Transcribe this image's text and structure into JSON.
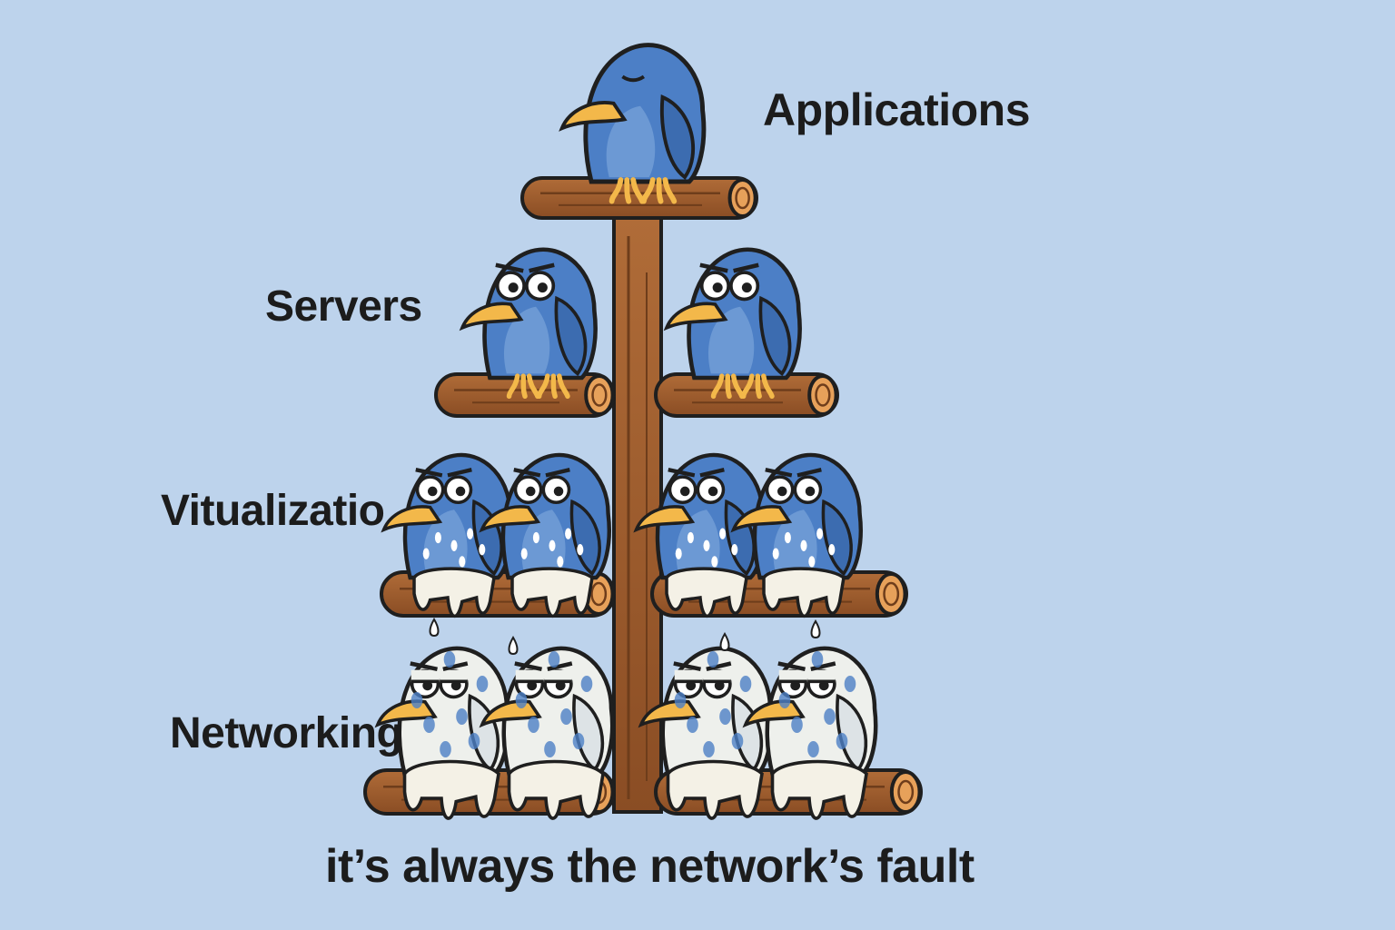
{
  "colors": {
    "background": "#bdd3ec",
    "bird": "#4c7fc6",
    "belly": "#86aee0",
    "beak": "#f3b84a",
    "wood": "#9a5a2e",
    "wood_dark": "#6e3d1b",
    "mess": "#f4f1e6",
    "outline": "#1f1f1f"
  },
  "labels": {
    "applications": "Applications",
    "servers": "Servers",
    "virtualization": "Vitualizatio",
    "networking": "Networking"
  },
  "caption": "it’s always the network’s fault",
  "tiers": [
    {
      "label": "Applications",
      "birds": 1,
      "state": "clean"
    },
    {
      "label": "Servers",
      "birds": 2,
      "state": "clean"
    },
    {
      "label": "Vitualizatio",
      "birds": 4,
      "state": "dripping"
    },
    {
      "label": "Networking",
      "birds": 4,
      "state": "covered"
    }
  ]
}
